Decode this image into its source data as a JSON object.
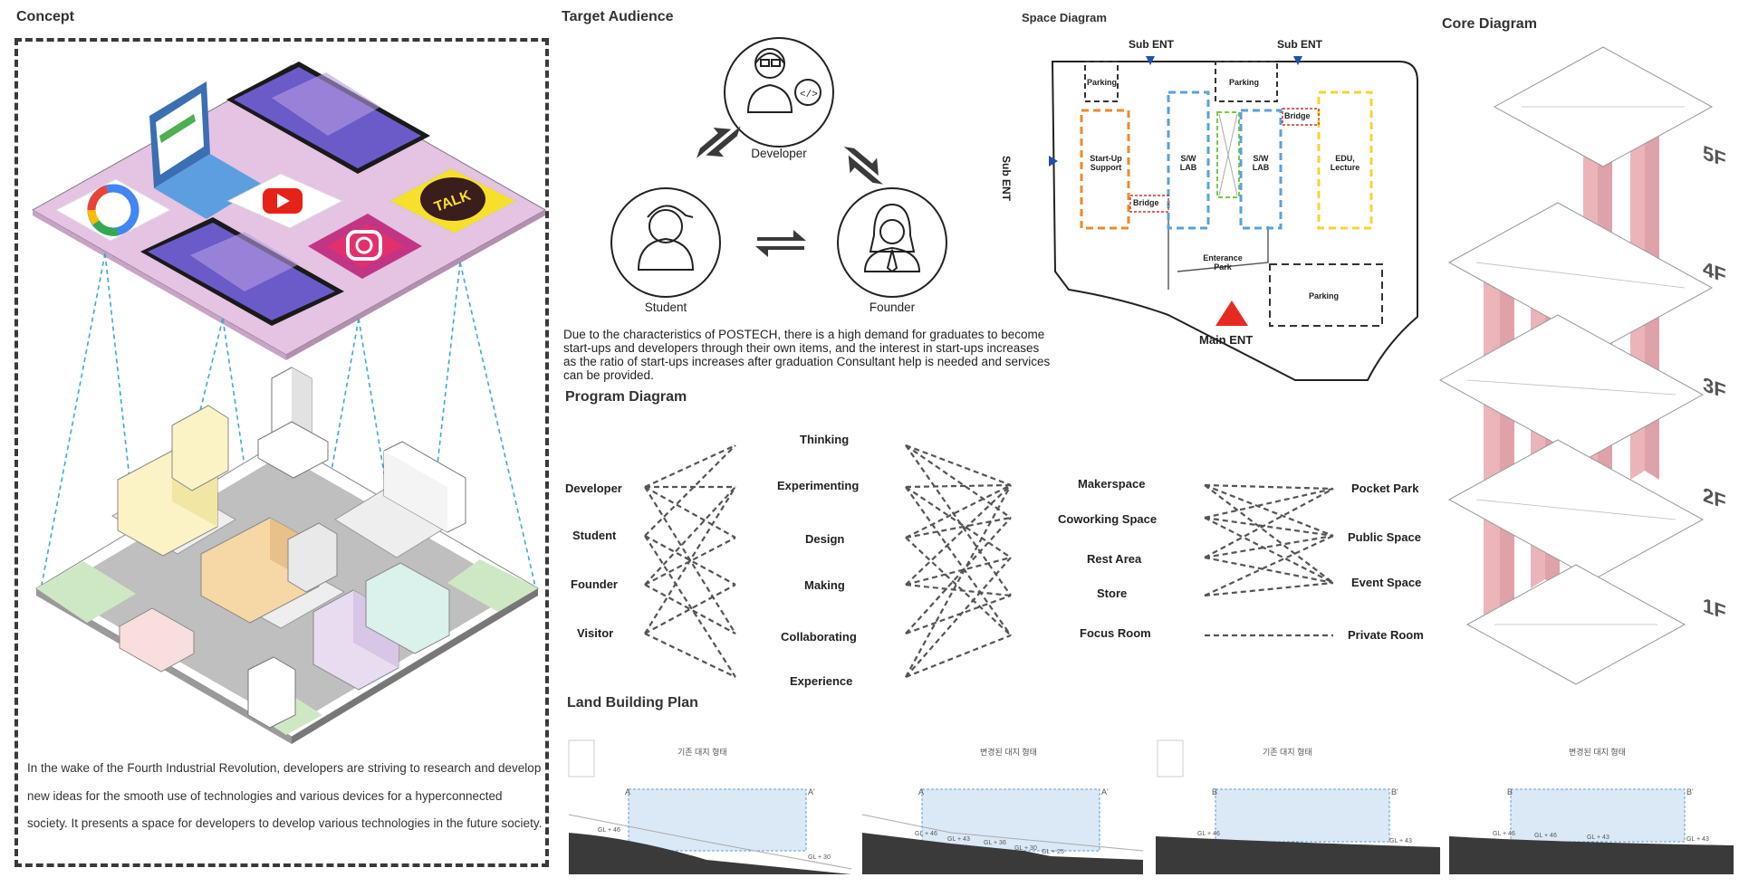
{
  "concept": {
    "title": "Concept",
    "apps": [
      "TALK"
    ],
    "body": "In the wake of the Fourth Industrial Revolution, developers are striving to research and develop new ideas for the smooth use of technologies and various devices for a hyperconnected society. It presents a space for developers to develop various technologies in the future society."
  },
  "target": {
    "title": "Target Audience",
    "nodes": {
      "developer": "Developer",
      "student": "Student",
      "founder": "Founder"
    },
    "body": "Due to the characteristics of POSTECH, there is a high demand for graduates to become start-ups and developers through their own items, and the interest in start-ups increases as the ratio of start-ups increases after graduation Consultant help is needed and services can be provided."
  },
  "program": {
    "title": "Program Diagram",
    "users": [
      "Developer",
      "Student",
      "Founder",
      "Visitor"
    ],
    "activities": [
      "Thinking",
      "Experimenting",
      "Design",
      "Making",
      "Collaborating",
      "Experience"
    ],
    "spaces": [
      "Makerspace",
      "Coworking Space",
      "Rest Area",
      "Store",
      "Focus Room"
    ],
    "publics": [
      "Pocket Park",
      "Public Space",
      "Event Space",
      "Private Room"
    ]
  },
  "space": {
    "title": "Space Diagram",
    "sub_ent_1": "Sub ENT",
    "sub_ent_2": "Sub ENT",
    "sub_ent_side": "Sub ENT",
    "main_ent": "Main ENT",
    "parking_small": "Parking",
    "parking_top": "Parking",
    "parking_bottom": "Parking",
    "startup": "Start-Up Support",
    "bridge_1": "Bridge",
    "bridge_2": "Bridge",
    "sw_lab_1": "S/W LAB",
    "sw_lab_2": "S/W LAB",
    "edu": "EDU, Lecture",
    "entrance_park": "Enterance Park"
  },
  "core": {
    "title": "Core Diagram",
    "floors": [
      "5F",
      "4F",
      "3F",
      "2F",
      "1F"
    ]
  },
  "land": {
    "title": "Land Building Plan",
    "sections": [
      {
        "caption": "기존 대지 형태",
        "left": "A",
        "right": "A'",
        "gls": [
          "GL + 46",
          "GL + 30"
        ]
      },
      {
        "caption": "변경된 대지 형태",
        "left": "A",
        "right": "A'",
        "gls": [
          "GL + 46",
          "GL + 43",
          "GL + 36",
          "GL + 30",
          "GL + 25"
        ]
      },
      {
        "caption": "기존 대지 형태",
        "left": "B",
        "right": "B'",
        "gls": [
          "GL + 46",
          "GL + 43"
        ]
      },
      {
        "caption": "변경된 대지 형태",
        "left": "B",
        "right": "B'",
        "gls": [
          "GL + 46",
          "GL + 46",
          "GL + 43",
          "GL + 43"
        ]
      }
    ]
  },
  "colors": {
    "pink_plate": "#e5c3e2",
    "dashed_blue": "#3aaad6",
    "core_pink": "#e8a8ad",
    "orange": "#ef8a2a",
    "blue_box": "#5aa2d8",
    "green_box": "#7ac943",
    "yellow_box": "#f5d531",
    "red_dash": "#c0392b",
    "section_fill": "#dbe9f6"
  }
}
